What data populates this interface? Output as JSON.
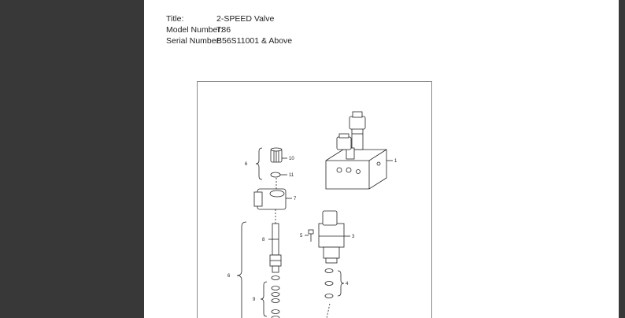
{
  "document": {
    "title_label": "Title:",
    "title_value": "2-SPEED Valve",
    "model_label": "Model Number:",
    "model_value": "T86",
    "serial_label": "Serial Number:",
    "serial_value": "B56S11001 & Above"
  },
  "diagram": {
    "callouts": [
      "1",
      "3",
      "4",
      "5",
      "6",
      "7",
      "8",
      "9",
      "10",
      "11",
      "6"
    ]
  }
}
